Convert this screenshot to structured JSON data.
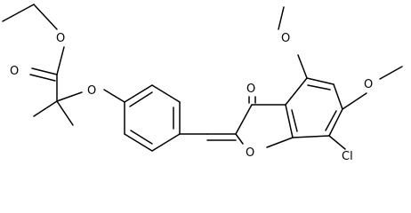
{
  "structure": {
    "atoms": {
      "o_ester_single": "O",
      "o_ester_carbonyl": "O",
      "o_ether": "O",
      "o_ketone": "O",
      "o_furan": "O",
      "o_methoxy_4": "O",
      "o_methoxy_6": "O",
      "cl": "Cl"
    }
  }
}
